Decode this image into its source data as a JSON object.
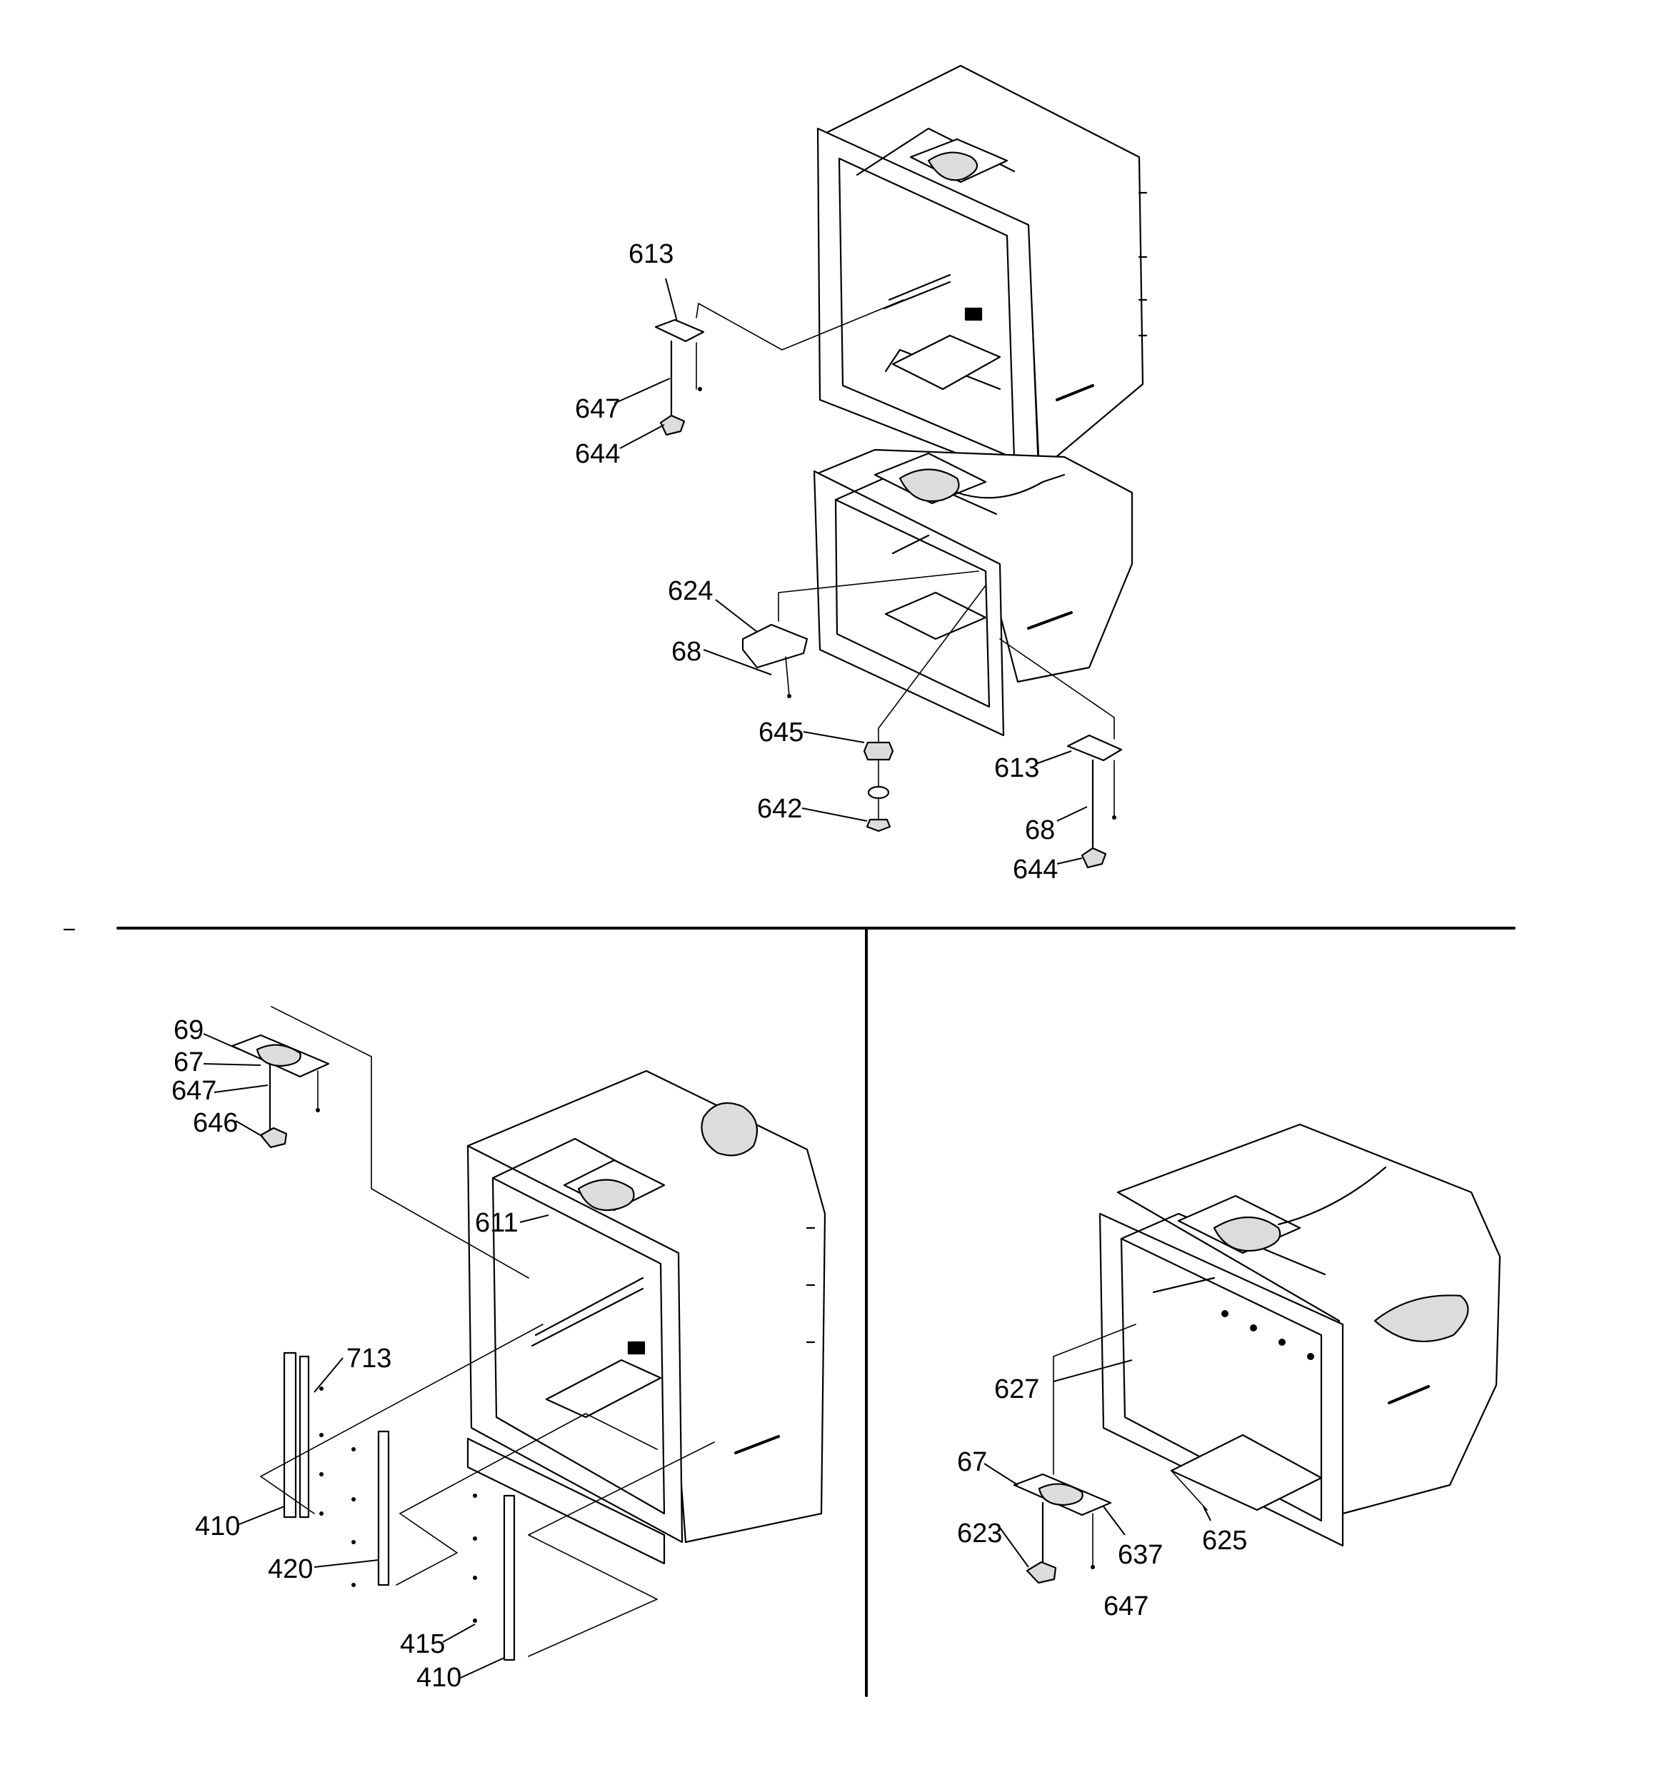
{
  "labels": {
    "top": {
      "l613a": "613",
      "l647a": "647",
      "l644a": "644",
      "l624": "624",
      "l68a": "68",
      "l645": "645",
      "l642": "642",
      "l613b": "613",
      "l68b": "68",
      "l644b": "644"
    },
    "left": {
      "l69": "69",
      "l67": "67",
      "l647": "647",
      "l646": "646",
      "l611": "611",
      "l713": "713",
      "l410a": "410",
      "l420": "420",
      "l415": "415",
      "l410b": "410"
    },
    "right": {
      "l627": "627",
      "l67": "67",
      "l623": "623",
      "l637": "637",
      "l647": "647",
      "l625": "625"
    }
  }
}
